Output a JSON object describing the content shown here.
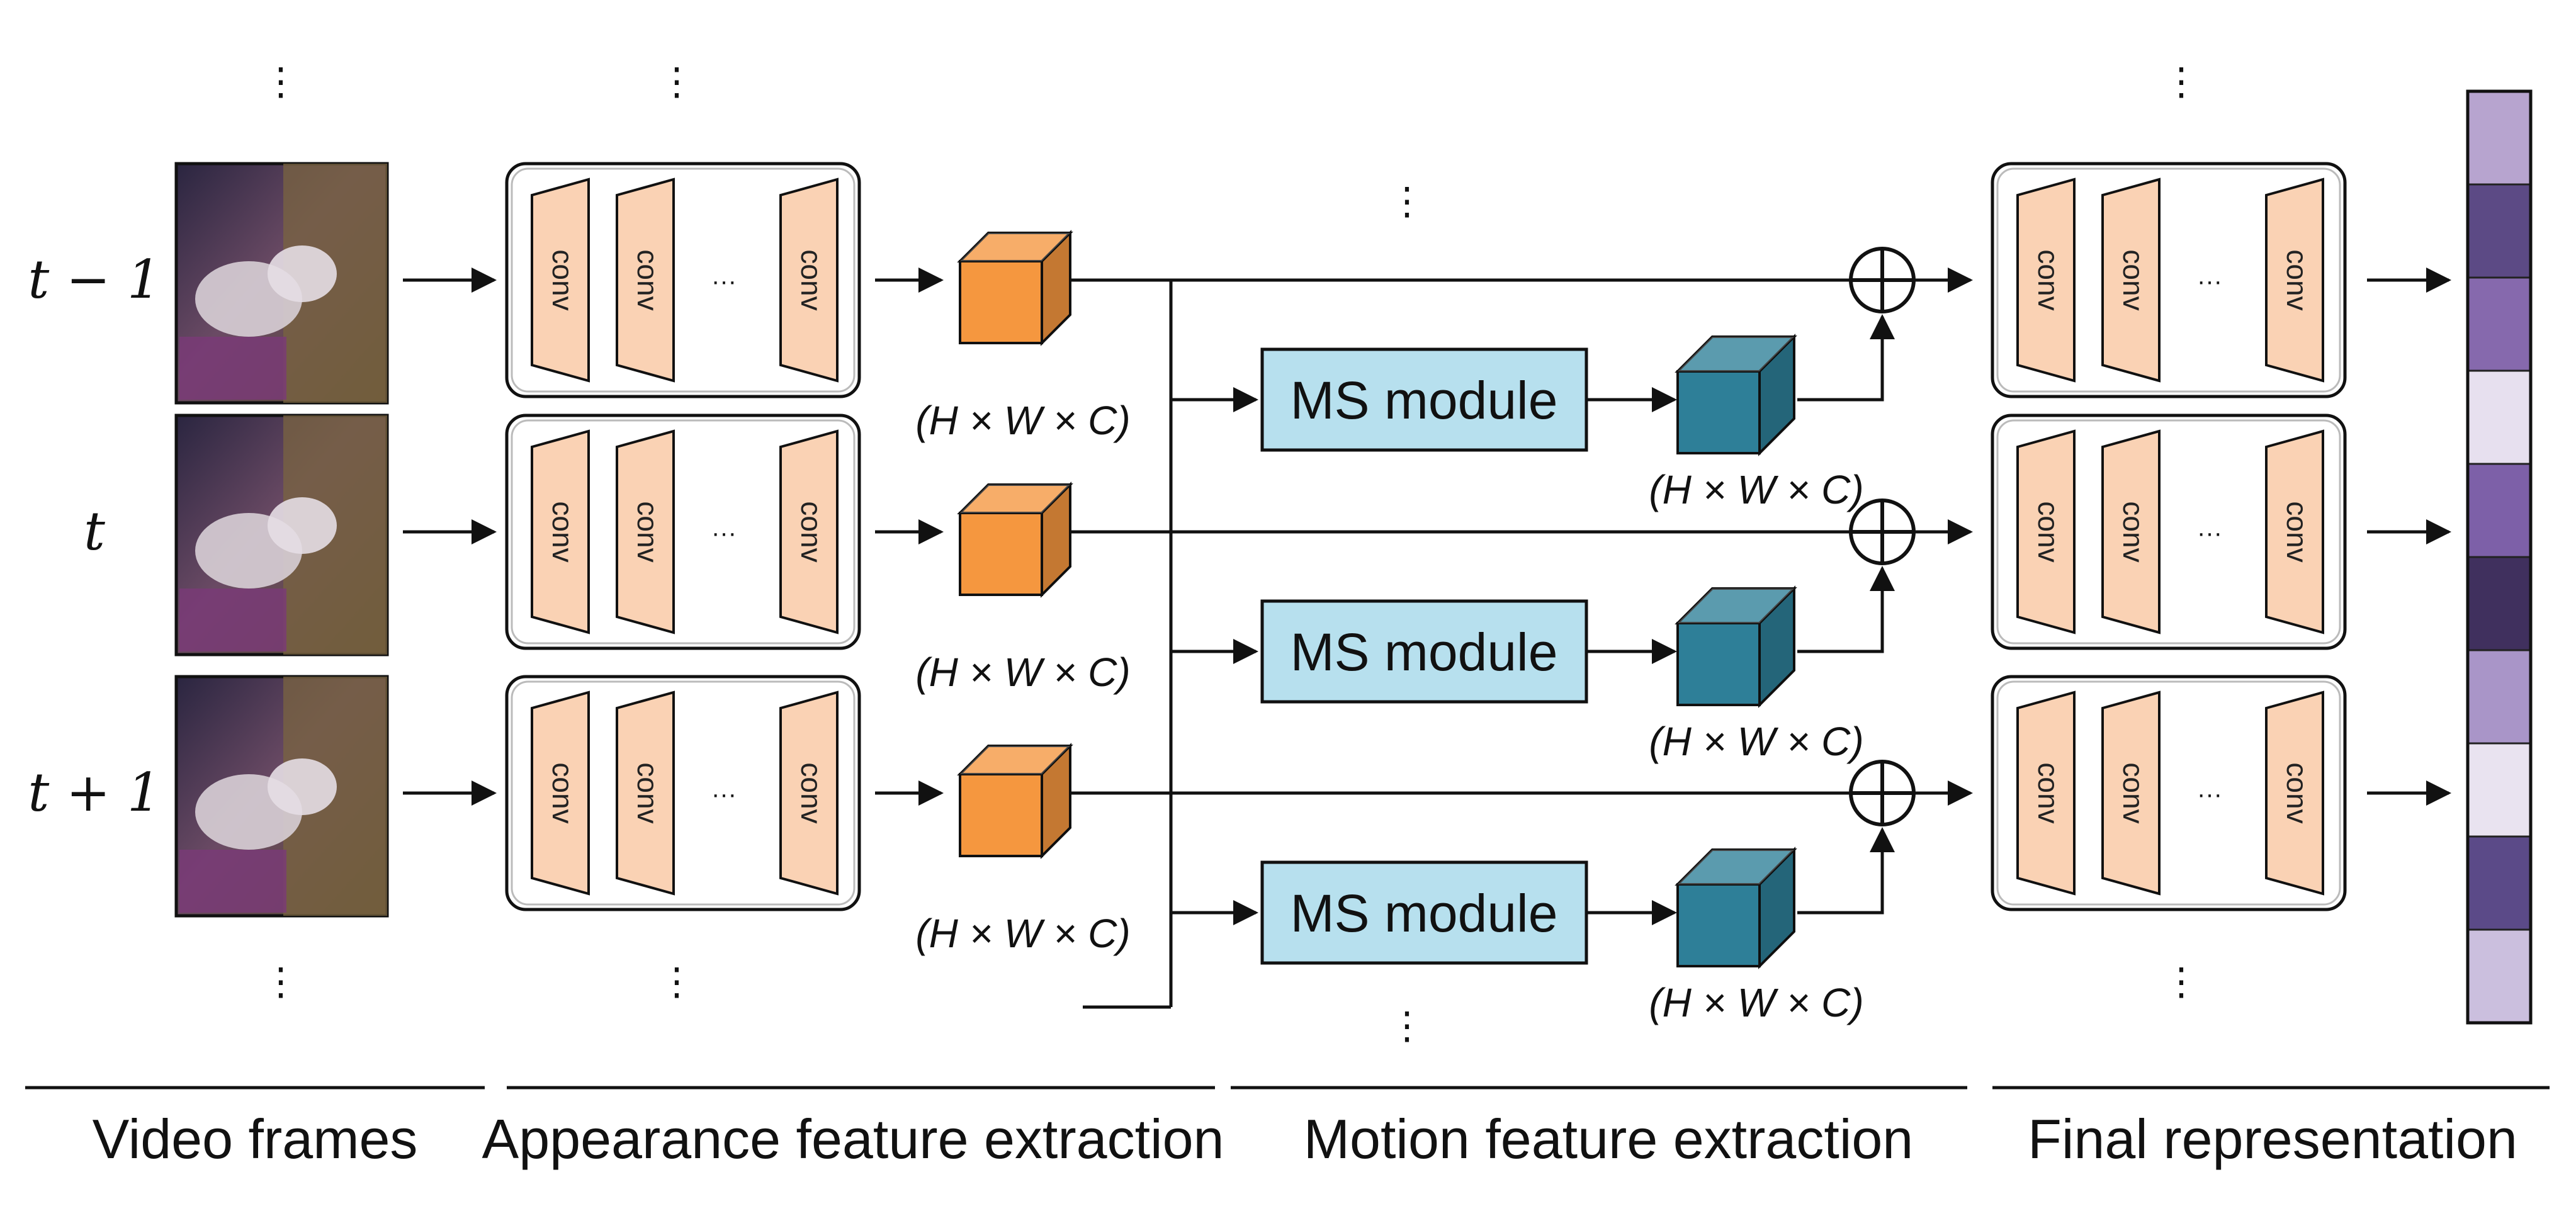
{
  "rows": [
    {
      "time_label": "t − 1"
    },
    {
      "time_label": "t"
    },
    {
      "time_label": "t + 1"
    }
  ],
  "conv_label": "conv",
  "ellipsis": "···",
  "feature_dims": "(H × W × C)",
  "ms_module_label": "MS module",
  "sections": [
    {
      "label": "Video frames"
    },
    {
      "label": "Appearance feature extraction"
    },
    {
      "label": "Motion feature extraction"
    },
    {
      "label": "Final representation"
    }
  ],
  "colors": {
    "conv_fill": "#fad2b4",
    "appearance_cube": "#f5973f",
    "motion_cube": "#2e7f98",
    "ms_module_fill": "#b7e0ee",
    "final_vector": [
      "#b7a4cf",
      "#5c4a85",
      "#8669ad",
      "#e7e0ef",
      "#7d60a8",
      "#40305e",
      "#a995c8",
      "#e9e3f0",
      "#5b4a88",
      "#cbbfde"
    ]
  },
  "icons": {
    "sum": "circled-plus-icon",
    "frame": "video-frame-thumbnail"
  }
}
